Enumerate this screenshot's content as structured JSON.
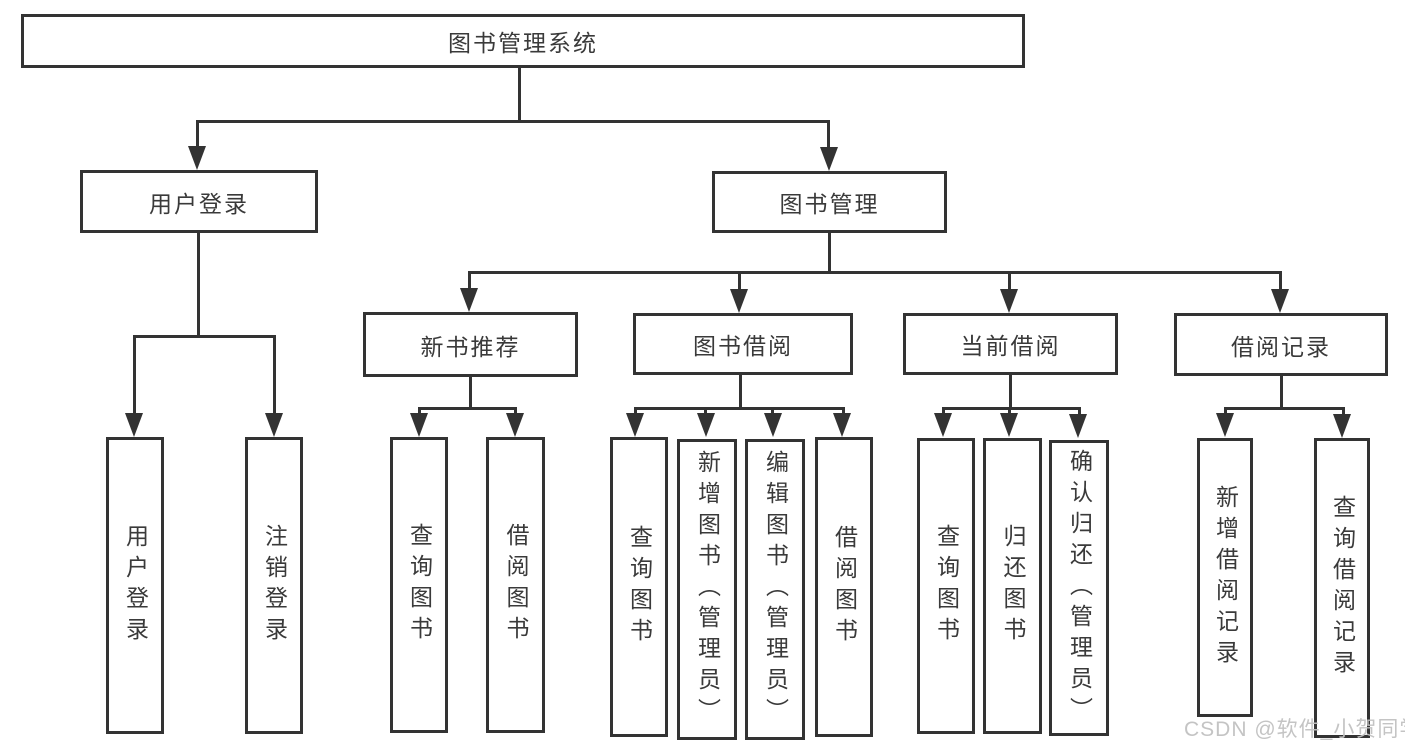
{
  "title": {
    "label": "图书管理系统"
  },
  "tree": {
    "user_login": {
      "label": "用户登录",
      "children": [
        {
          "label": "用户登录"
        },
        {
          "label": "注销登录"
        }
      ]
    },
    "book_mgmt": {
      "label": "图书管理",
      "modules": [
        {
          "label": "新书推荐",
          "children": [
            {
              "label": "查询图书"
            },
            {
              "label": "借阅图书"
            }
          ]
        },
        {
          "label": "图书借阅",
          "children": [
            {
              "label": "查询图书"
            },
            {
              "label": "新增图书（管理员）"
            },
            {
              "label": "编辑图书（管理员）"
            },
            {
              "label": "借阅图书"
            }
          ]
        },
        {
          "label": "当前借阅",
          "children": [
            {
              "label": "查询图书"
            },
            {
              "label": "归还图书"
            },
            {
              "label": "确认归还（管理员）"
            }
          ]
        },
        {
          "label": "借阅记录",
          "children": [
            {
              "label": "新增借阅记录"
            },
            {
              "label": "查询借阅记录"
            }
          ]
        }
      ]
    }
  },
  "watermark": {
    "text": "CSDN @软件_小贺同学"
  },
  "colors": {
    "line": "#333333",
    "text": "#3a3a3a",
    "watermark": "#c1c1c1",
    "background": "#ffffff"
  }
}
